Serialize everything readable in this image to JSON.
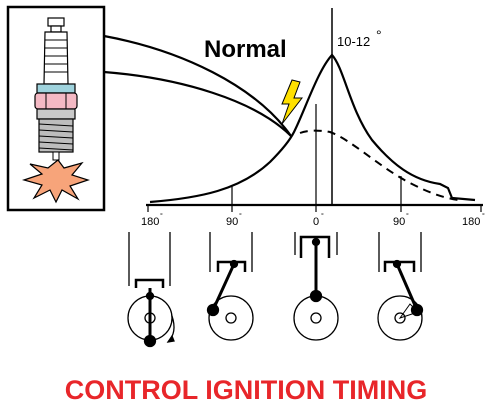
{
  "diagram": {
    "condition_label": "Normal",
    "peak_angle_label": "10-12",
    "peak_angle_unit": "°",
    "axis_ticks": [
      {
        "label": "180",
        "deg": "°"
      },
      {
        "label": "90",
        "deg": "°"
      },
      {
        "label": "0",
        "deg": "°"
      },
      {
        "label": "90",
        "deg": "°"
      },
      {
        "label": "180",
        "deg": "°"
      }
    ]
  },
  "caption": {
    "text": "CONTROL IGNITION TIMING",
    "color": "#e8262a"
  },
  "colors": {
    "spark_bolt": "#ffe000",
    "spark_flash": "#f7a47a",
    "plug_insulator": "#f4b9c4",
    "plug_band": "#9fd3dd",
    "ink": "#000000"
  },
  "icons": [
    "spark-plug-icon",
    "lightning-bolt-icon",
    "crank-arrow-icon"
  ]
}
